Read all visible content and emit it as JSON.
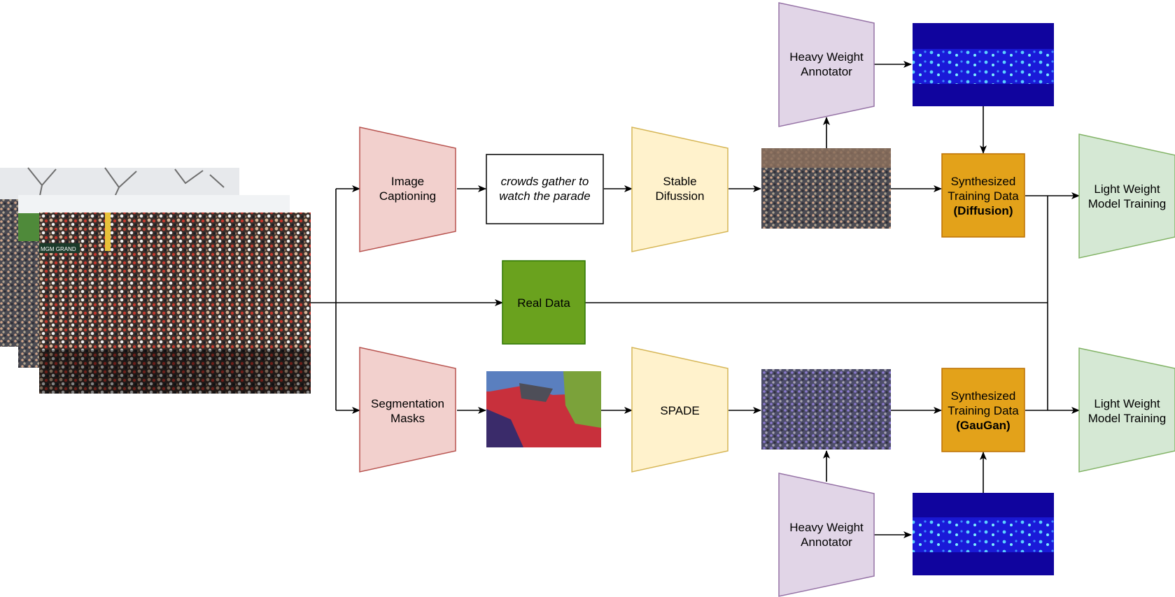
{
  "nodes": {
    "image_captioning": "Image\nCaptioning",
    "caption_text": "crowds gather to\nwatch the parade",
    "stable_diffusion": "Stable\nDifussion",
    "heavy_annotator_top": "Heavy Weight\nAnnotator",
    "synth_diffusion_line1": "Synthesized\nTraining Data",
    "synth_diffusion_line2": "(Diffusion)",
    "light_model_top": "Light Weight\nModel Training",
    "real_data": "Real Data",
    "segmentation_masks": "Segmentation\nMasks",
    "spade": "SPADE",
    "synth_gaugan_line1": "Synthesized\nTraining Data",
    "synth_gaugan_line2": "(GauGan)",
    "heavy_annotator_bottom": "Heavy Weight\nAnnotator",
    "light_model_bottom": "Light Weight\nModel Training",
    "photo_sign": "MGM GRAND"
  },
  "colors": {
    "red_fill": "#f2d0cd",
    "red_stroke": "#b85450",
    "yellow_fill": "#fff2cc",
    "yellow_stroke": "#d6b656",
    "purple_fill": "#e1d5e7",
    "purple_stroke": "#9673a6",
    "green_fill": "#d5e8d4",
    "green_stroke": "#82b366",
    "real_fill": "#6aa21e",
    "real_stroke": "#2d7600",
    "orange_fill": "#e3a21a",
    "orange_stroke": "#bd7000",
    "density_bg": "#10049e",
    "edge": "#000000"
  }
}
